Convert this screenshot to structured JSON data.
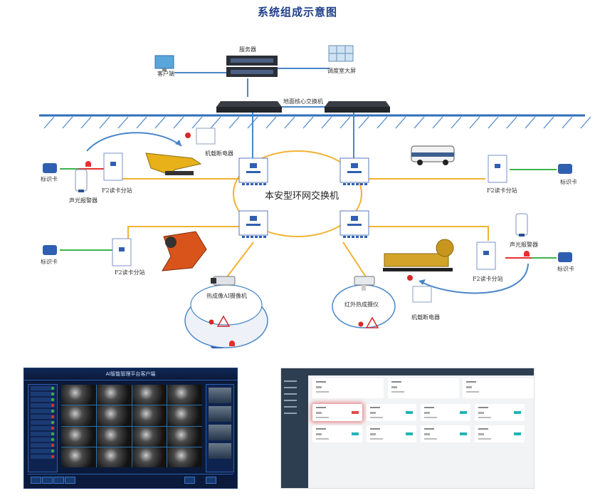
{
  "title": "系统组成示意图",
  "surface": {
    "server": "服务器",
    "client": "客户端",
    "dispatch_screen": "调度室大屏",
    "core_switch": "地面核心交换机"
  },
  "underground": {
    "ring_switch": "本安型环网交换机",
    "left_top": {
      "tag_card": "标识卡",
      "alarm": "声光报警器",
      "reader": "F2读卡分站",
      "breaker": "机载断电器"
    },
    "right_top": {
      "reader": "F2读卡分站",
      "tag_card": "标识卡"
    },
    "left_mid": {
      "tag_card": "标识卡",
      "reader": "F2读卡分站"
    },
    "right_mid": {
      "alarm": "声光报警器",
      "reader": "F2读卡分站",
      "tag_card": "标识卡",
      "breaker": "机载断电器"
    },
    "thermal_ai_camera": "热成像AI摄像机",
    "ir_thermal_imager": "红外热成摄仪"
  },
  "screenshots": {
    "ai_platform_title": "AI智能管理平台客户端",
    "web_console_alert_index": 0
  },
  "colors": {
    "title": "#1f3f8c",
    "network_blue": "#4a86c8",
    "ring_orange": "#f2b233",
    "green_link": "#3cb44b",
    "red_link": "#e53030"
  }
}
